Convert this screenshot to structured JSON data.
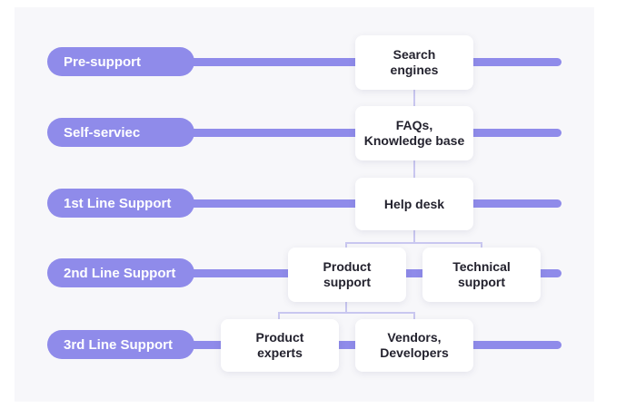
{
  "colors": {
    "accent": "#8f8bea",
    "panel": "#f7f7fa",
    "box": "#ffffff",
    "connector": "#c9c7f0",
    "text": "#23222e"
  },
  "levels": [
    {
      "label": "Pre-support"
    },
    {
      "label": "Self-serviec"
    },
    {
      "label": "1st Line Support"
    },
    {
      "label": "2nd Line Support"
    },
    {
      "label": "3rd Line Support"
    }
  ],
  "nodes": {
    "search_engines": "Search\nengines",
    "faqs": "FAQs,\nKnowledge base",
    "help_desk": "Help desk",
    "product_support": "Product\nsupport",
    "technical_support": "Technical\nsupport",
    "product_experts": "Product\nexperts",
    "vendors_developers": "Vendors,\nDevelopers"
  }
}
